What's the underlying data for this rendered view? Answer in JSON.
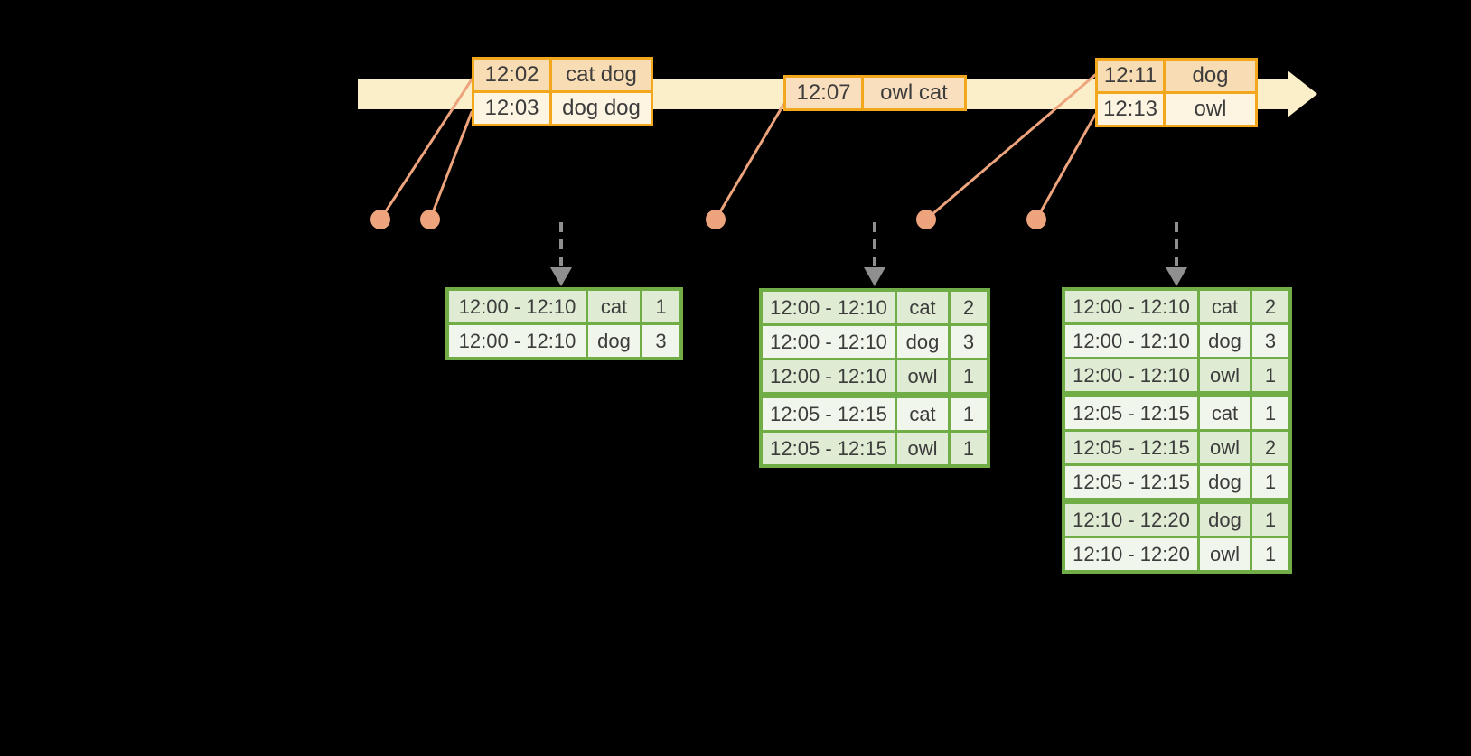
{
  "colors": {
    "background": "#000000",
    "timeline_bar": "#faefc8",
    "event_table_border": "#f2a71d",
    "event_row_dark": "#f8dcb4",
    "event_row_light": "#fdf4e2",
    "event_row_single": "#fadfbf",
    "event_marker": "#eda47d",
    "trigger_arrow": "#8f8f8f",
    "result_table_border": "#70ad47",
    "result_row_dark": "#dfebd3",
    "result_row_light": "#f1f6ec",
    "text": "#3c3c3c"
  },
  "event_tables": [
    {
      "rows": [
        {
          "time": "12:02",
          "words": "cat dog"
        },
        {
          "time": "12:03",
          "words": "dog dog"
        }
      ]
    },
    {
      "rows": [
        {
          "time": "12:07",
          "words": "owl cat"
        }
      ]
    },
    {
      "rows": [
        {
          "time": "12:11",
          "words": "dog"
        },
        {
          "time": "12:13",
          "words": "owl"
        }
      ]
    }
  ],
  "result_tables": [
    {
      "rows": [
        {
          "window": "12:00 - 12:10",
          "word": "cat",
          "count": "1"
        },
        {
          "window": "12:00 - 12:10",
          "word": "dog",
          "count": "3"
        }
      ]
    },
    {
      "rows": [
        {
          "window": "12:00 - 12:10",
          "word": "cat",
          "count": "2"
        },
        {
          "window": "12:00 - 12:10",
          "word": "dog",
          "count": "3"
        },
        {
          "window": "12:00 - 12:10",
          "word": "owl",
          "count": "1"
        },
        {
          "window": "12:05 - 12:15",
          "word": "cat",
          "count": "1"
        },
        {
          "window": "12:05 - 12:15",
          "word": "owl",
          "count": "1"
        }
      ]
    },
    {
      "rows": [
        {
          "window": "12:00 - 12:10",
          "word": "cat",
          "count": "2"
        },
        {
          "window": "12:00 - 12:10",
          "word": "dog",
          "count": "3"
        },
        {
          "window": "12:00 - 12:10",
          "word": "owl",
          "count": "1"
        },
        {
          "window": "12:05 - 12:15",
          "word": "cat",
          "count": "1"
        },
        {
          "window": "12:05 - 12:15",
          "word": "owl",
          "count": "2"
        },
        {
          "window": "12:05 - 12:15",
          "word": "dog",
          "count": "1"
        },
        {
          "window": "12:10 - 12:20",
          "word": "dog",
          "count": "1"
        },
        {
          "window": "12:10 - 12:20",
          "word": "owl",
          "count": "1"
        }
      ]
    }
  ]
}
